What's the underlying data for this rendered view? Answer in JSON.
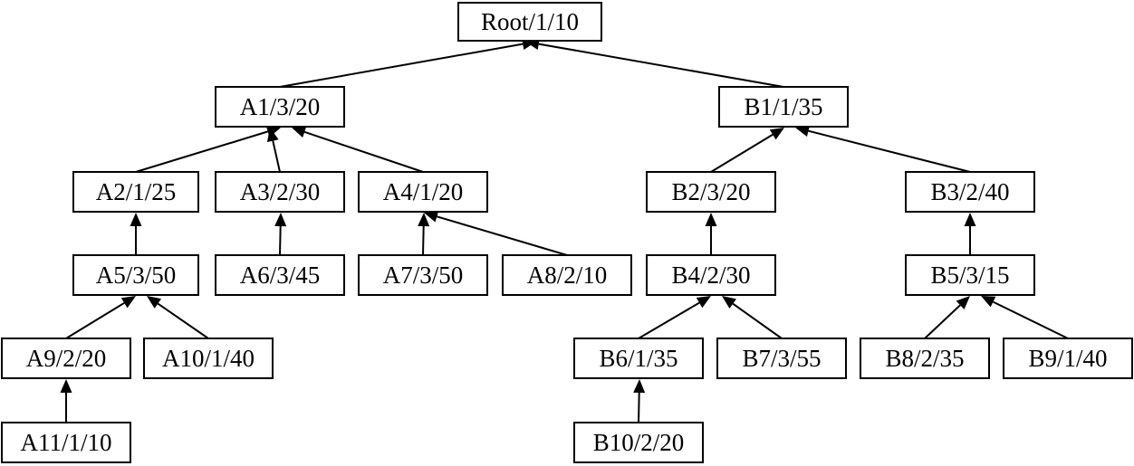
{
  "diagram": {
    "nodes": [
      {
        "id": "root",
        "label": "Root/1/10"
      },
      {
        "id": "a1",
        "label": "A1/3/20"
      },
      {
        "id": "b1",
        "label": "B1/1/35"
      },
      {
        "id": "a2",
        "label": "A2/1/25"
      },
      {
        "id": "a3",
        "label": "A3/2/30"
      },
      {
        "id": "a4",
        "label": "A4/1/20"
      },
      {
        "id": "b2",
        "label": "B2/3/20"
      },
      {
        "id": "b3",
        "label": "B3/2/40"
      },
      {
        "id": "a5",
        "label": "A5/3/50"
      },
      {
        "id": "a6",
        "label": "A6/3/45"
      },
      {
        "id": "a7",
        "label": "A7/3/50"
      },
      {
        "id": "a8",
        "label": "A8/2/10"
      },
      {
        "id": "b4",
        "label": "B4/2/30"
      },
      {
        "id": "b5",
        "label": "B5/3/15"
      },
      {
        "id": "a9",
        "label": "A9/2/20"
      },
      {
        "id": "a10",
        "label": "A10/1/40"
      },
      {
        "id": "b6",
        "label": "B6/1/35"
      },
      {
        "id": "b7",
        "label": "B7/3/55"
      },
      {
        "id": "b8",
        "label": "B8/2/35"
      },
      {
        "id": "b9",
        "label": "B9/1/40"
      },
      {
        "id": "a11",
        "label": "A11/1/10"
      },
      {
        "id": "b10",
        "label": "B10/2/20"
      }
    ],
    "edges": [
      {
        "from": "a1",
        "to": "root"
      },
      {
        "from": "b1",
        "to": "root"
      },
      {
        "from": "a2",
        "to": "a1"
      },
      {
        "from": "a3",
        "to": "a1"
      },
      {
        "from": "a4",
        "to": "a1"
      },
      {
        "from": "b2",
        "to": "b1"
      },
      {
        "from": "b3",
        "to": "b1"
      },
      {
        "from": "a5",
        "to": "a2"
      },
      {
        "from": "a6",
        "to": "a3"
      },
      {
        "from": "a7",
        "to": "a4"
      },
      {
        "from": "a8",
        "to": "a4"
      },
      {
        "from": "b4",
        "to": "b2"
      },
      {
        "from": "b5",
        "to": "b3"
      },
      {
        "from": "a9",
        "to": "a5"
      },
      {
        "from": "a10",
        "to": "a5"
      },
      {
        "from": "b6",
        "to": "b4"
      },
      {
        "from": "b7",
        "to": "b4"
      },
      {
        "from": "b8",
        "to": "b5"
      },
      {
        "from": "b9",
        "to": "b5"
      },
      {
        "from": "a11",
        "to": "a9"
      },
      {
        "from": "b10",
        "to": "b6"
      }
    ]
  }
}
